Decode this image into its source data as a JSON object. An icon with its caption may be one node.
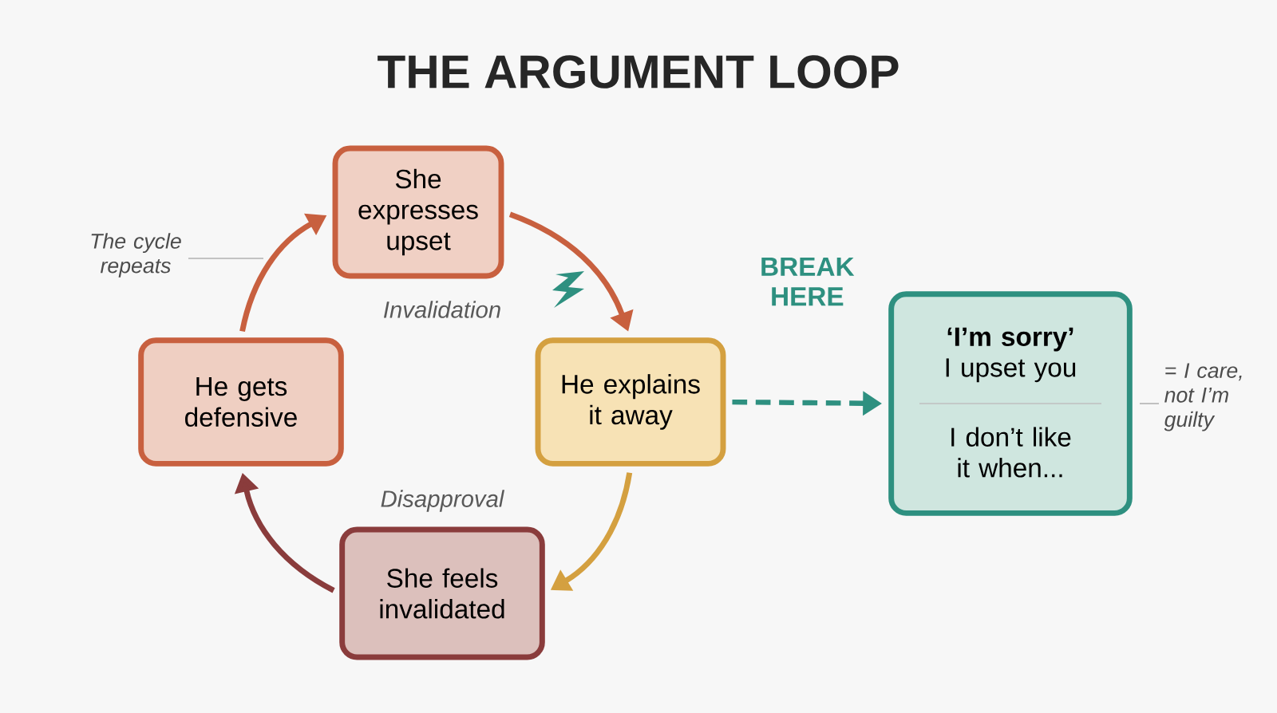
{
  "diagram": {
    "title": "THE ARGUMENT LOOP",
    "nodes": [
      {
        "text": [
          "She expresses upset"
        ]
      },
      {
        "text": [
          "He explains it away"
        ]
      },
      {
        "text": [
          "She feels invalidated"
        ]
      },
      {
        "text": [
          "He gets defensive"
        ]
      },
      {
        "text": [
          "**‘I’m sorry’** I upset you",
          "I don’t like it when..."
        ],
        "beside": [
          "= I care, not I’m guilty"
        ]
      }
    ],
    "edges": [
      {
        "from": 0,
        "to": 1,
        "arrow": "to",
        "color": "#c8603f"
      },
      {
        "from": 1,
        "to": 2,
        "arrow": "to",
        "color": "#d4a040"
      },
      {
        "from": 2,
        "to": 3,
        "arrow": "to",
        "color": "#8a3c3c"
      },
      {
        "from": 3,
        "to": 0,
        "arrow": "to",
        "color": "#c8603f"
      },
      {
        "from": 1,
        "to": 4,
        "arrow": "to",
        "style": "dashed",
        "color": "#2e9080",
        "label": "BREAK HERE"
      }
    ],
    "labels": [
      "The cycle repeats",
      "Invalidation",
      "Disapproval"
    ]
  }
}
